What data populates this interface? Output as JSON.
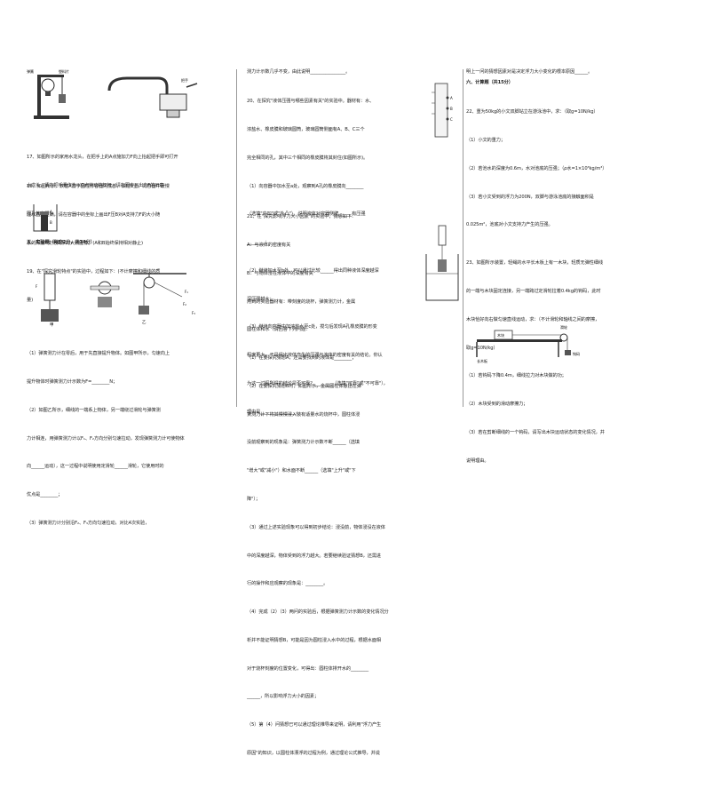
{
  "col1": {
    "fig_labels": {
      "scale": "弹簧",
      "plastic": "塑料片",
      "handle": "把手"
    },
    "q17": [
      "17、如图所示的家用水龙头，在把手上的A点施加力F向上抬起把手即可打开",
      "水龙头，请在把手看作为以O点转动的杠杆，请在图中画出力F的示意",
      "图及其力臂l。"
    ],
    "q18": [
      "18、如图所示，铁柱A置于圆柱形容器的底部，铁柱B上，向容器中缓慢",
      "注水直至注满，请在容器中的坐标上画出F压B对A支持力F的大小随",
      "水的深度h变化关系的大致图像。(A和B始终保持相对静止)"
    ],
    "section5": "五、实验题（每空2分，共34分）",
    "q19": [
      "19、在\"探究滑轮特点\"的实验中，过程如下：(不计摩擦和细线的质",
      "量)"
    ],
    "fig_jia": "甲",
    "fig_yi": "乙",
    "q19_text": [
      "（1）弹簧测力计在零后，用于先直接提升物体。如图甲所示，匀速向上",
      "提升物体时弹簧测力计示数为F=________N；",
      "（2）如图乙所示，细线的一端系上物体，另一端绕过滑轮与弹簧测",
      "力计相连，用弹簧测力计以F₁、F₂方向分别匀速拉动，发现弹簧测力计可使物体",
      "向______运动），这一过程中说明使用定滑轮______滑轮，它使用时的",
      "优点是________；",
      "（3）弹簧测力计分别沿F₂、F₃方向匀速拉动，对比4次实验，"
    ]
  },
  "col2": {
    "top": "测力计示数几乎不变，由此说明________________。",
    "q20": [
      "20、在探究\"液体压强与哪些因素有关\"的实验中。器材有：水、",
      "浓盐水、橡皮膜和玻璃圆筒，玻璃圆筒侧面有A、B、C三个",
      "完全相同的孔，其中三个相同的橡皮膜将其封住(如图所示)。",
      "（1）向容器中加水至a处，观察到A孔的橡皮膜向________",
      "（选填\"内凹\"或\"外凸\"），说明液体对容器侧壁______有压强",
      "________；",
      "（2）继续加水至b处，可以通过比较______得出同种液体深度越深",
      "深压强越大；",
      "（3）继续向容器中加浓盐水至c处，搅匀后发现A孔橡皮膜的形变",
      "程度更大，于是得出液体产生的压强与液体的密度有关的结论。你认",
      "为这一过程所得的结论是否可靠？________（选填\"可靠\"或\"不可靠\"），",
      "理由是________________。"
    ],
    "q21": [
      "21、在\"探究影响浮力大小因素\"的实验中，猜想如下：",
      "A：与液体的密度有关",
      "B：与物体浸在液体中的深度有关",
      "用到的实验器材有：带刻度的烧杯，弹簧测力计，金属",
      "圆柱体和水（请回答下列问题：",
      "（1）在要探究猜想A，还需要找到的液体是________；",
      "（2）在要探究猜想B时，如图所示，金属圆柱体悬挂在弹",
      "簧测力计下将其慢慢浸入装有适量水的烧杯中，圆柱体浸",
      "没前观察到的现象是：弹簧测力计示数不断______（选填",
      "\"增大\"或\"减小\"）和水面不断______（选填\"上升\"或\"下",
      "降\"）；",
      "（3）通过上述实验现象可以得到初步结论：浸没前，物体浸没在液体",
      "中的深度越深，物体受到的浮力越大。若要继续验证猜想B，还需进",
      "行的操作和应观察的现象是：________。",
      "（4）完成（2）（3）两问的实验后，根据弹簧测力计示数的变化情况分",
      "析并不能证明猜想B，可能是因为圆柱浸入水中的过程，根据水面相",
      "对于烧杯刻度的位置变化，可得出：圆柱体排开水的________",
      "______，所以影响浮力大小的因素；",
      "（5）第（4）问猜想已可以通过理论推导来证明，请利用\"浮力产生",
      "原因\"的知识，以圆柱体漂浮的过程为例，通过理论公式推导，并说"
    ]
  },
  "col3": {
    "top": "明上一问的猜想因素对是决定浮力大小变化的根本原因______。",
    "section6": "六、计算题（共15分）",
    "q22": [
      "22、重为50kg的小文双脚站立在游泳池中，求：（取g=10N/kg）",
      "（1）小文的重力；",
      "（2）若池水的深度为0.6m，水对池底的压强；（ρ水=1×10³kg/m³）",
      "（3）若小文受到的浮力为200N，双脚与游泳池底的接触面积是",
      "0.025m²，池底对小文支持力产生的压强。"
    ],
    "q23": [
      "23、如图所示装置，轻绳的水平长木板上有一木块，轻质无弹性细线",
      "的一端与木块固定连接，另一端跨过定滑轮拉着0.4kg的钩码，此时",
      "木块恰好向右做匀速直线运动，求：（不计滑轮和轴线之间的摩擦，",
      "取g=10N/kg）",
      "（1）若钩码下降0.4m，细线拉力对木块做的功；",
      "（2）木块受到的滑动摩擦力；",
      "（3）若在剪断细线的一个钩码，请写出木块运动状态的变化情况，并",
      "说明理由。"
    ],
    "fig_labels": {
      "block": "木块",
      "pulley": "滑轮",
      "weight": "钩码",
      "board": "长木板"
    }
  }
}
